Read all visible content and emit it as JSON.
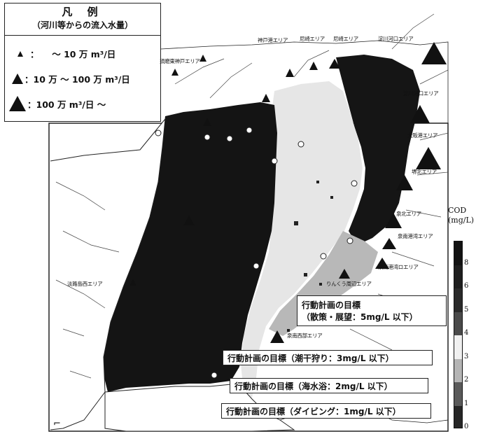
{
  "legend": {
    "title": "凡 例",
    "subtitle": "（河川等からの流入水量）",
    "rows": [
      {
        "label": "：　　～ 10 万 m³/日",
        "size": "small"
      },
      {
        "label": "：10 万 ～ 100 万 m³/日",
        "size": "medium"
      },
      {
        "label": "：100 万 m³/日 ～",
        "size": "large"
      }
    ]
  },
  "areas": [
    "神戸港エリア",
    "尼崎エリア",
    "尼崎エリア",
    "淀川河口エリア",
    "須磨東神戸エリア",
    "淀川河口エリア",
    "大阪港エリア",
    "堺北エリア",
    "泉北エリア",
    "淡路島西エリア",
    "泉南港湾エリア",
    "泉南港湾ロエリア",
    "りんくう周辺エリア",
    "泉南西部エリア"
  ],
  "colorbar": {
    "title": "COD",
    "unit": "(mg/L)",
    "ticks": [
      "8",
      "6",
      "5",
      "4",
      "3",
      "2",
      "1",
      "0"
    ],
    "colors": [
      "#121212",
      "#1e1e1e",
      "#2a2a2a",
      "#4a4a4a",
      "#f0f0f0",
      "#b5b5b5",
      "#5a5a5a",
      "#262626"
    ]
  },
  "targets": [
    {
      "line1": "行動計画の目標",
      "line2": "（散策・展望：5mg/L 以下）"
    },
    {
      "line1": "行動計画の目標（潮干狩り：3mg/L 以下）"
    },
    {
      "line1": "行動計画の目標（海水浴：2mg/L 以下）"
    },
    {
      "line1": "行動計画の目標（ダイビング：1mg/L 以下）"
    }
  ]
}
